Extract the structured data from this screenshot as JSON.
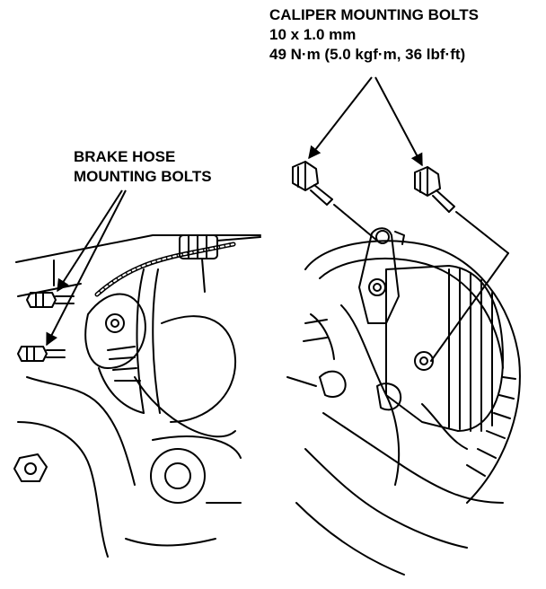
{
  "labels": {
    "caliper": {
      "title": "CALIPER MOUNTING BOLTS",
      "size": "10 x 1.0 mm",
      "torque": "49 N·m (5.0 kgf·m, 36 lbf·ft)"
    },
    "brake_hose": {
      "line1": "BRAKE HOSE",
      "line2": "MOUNTING BOLTS"
    }
  },
  "colors": {
    "ink": "#000000",
    "paper": "#ffffff"
  }
}
